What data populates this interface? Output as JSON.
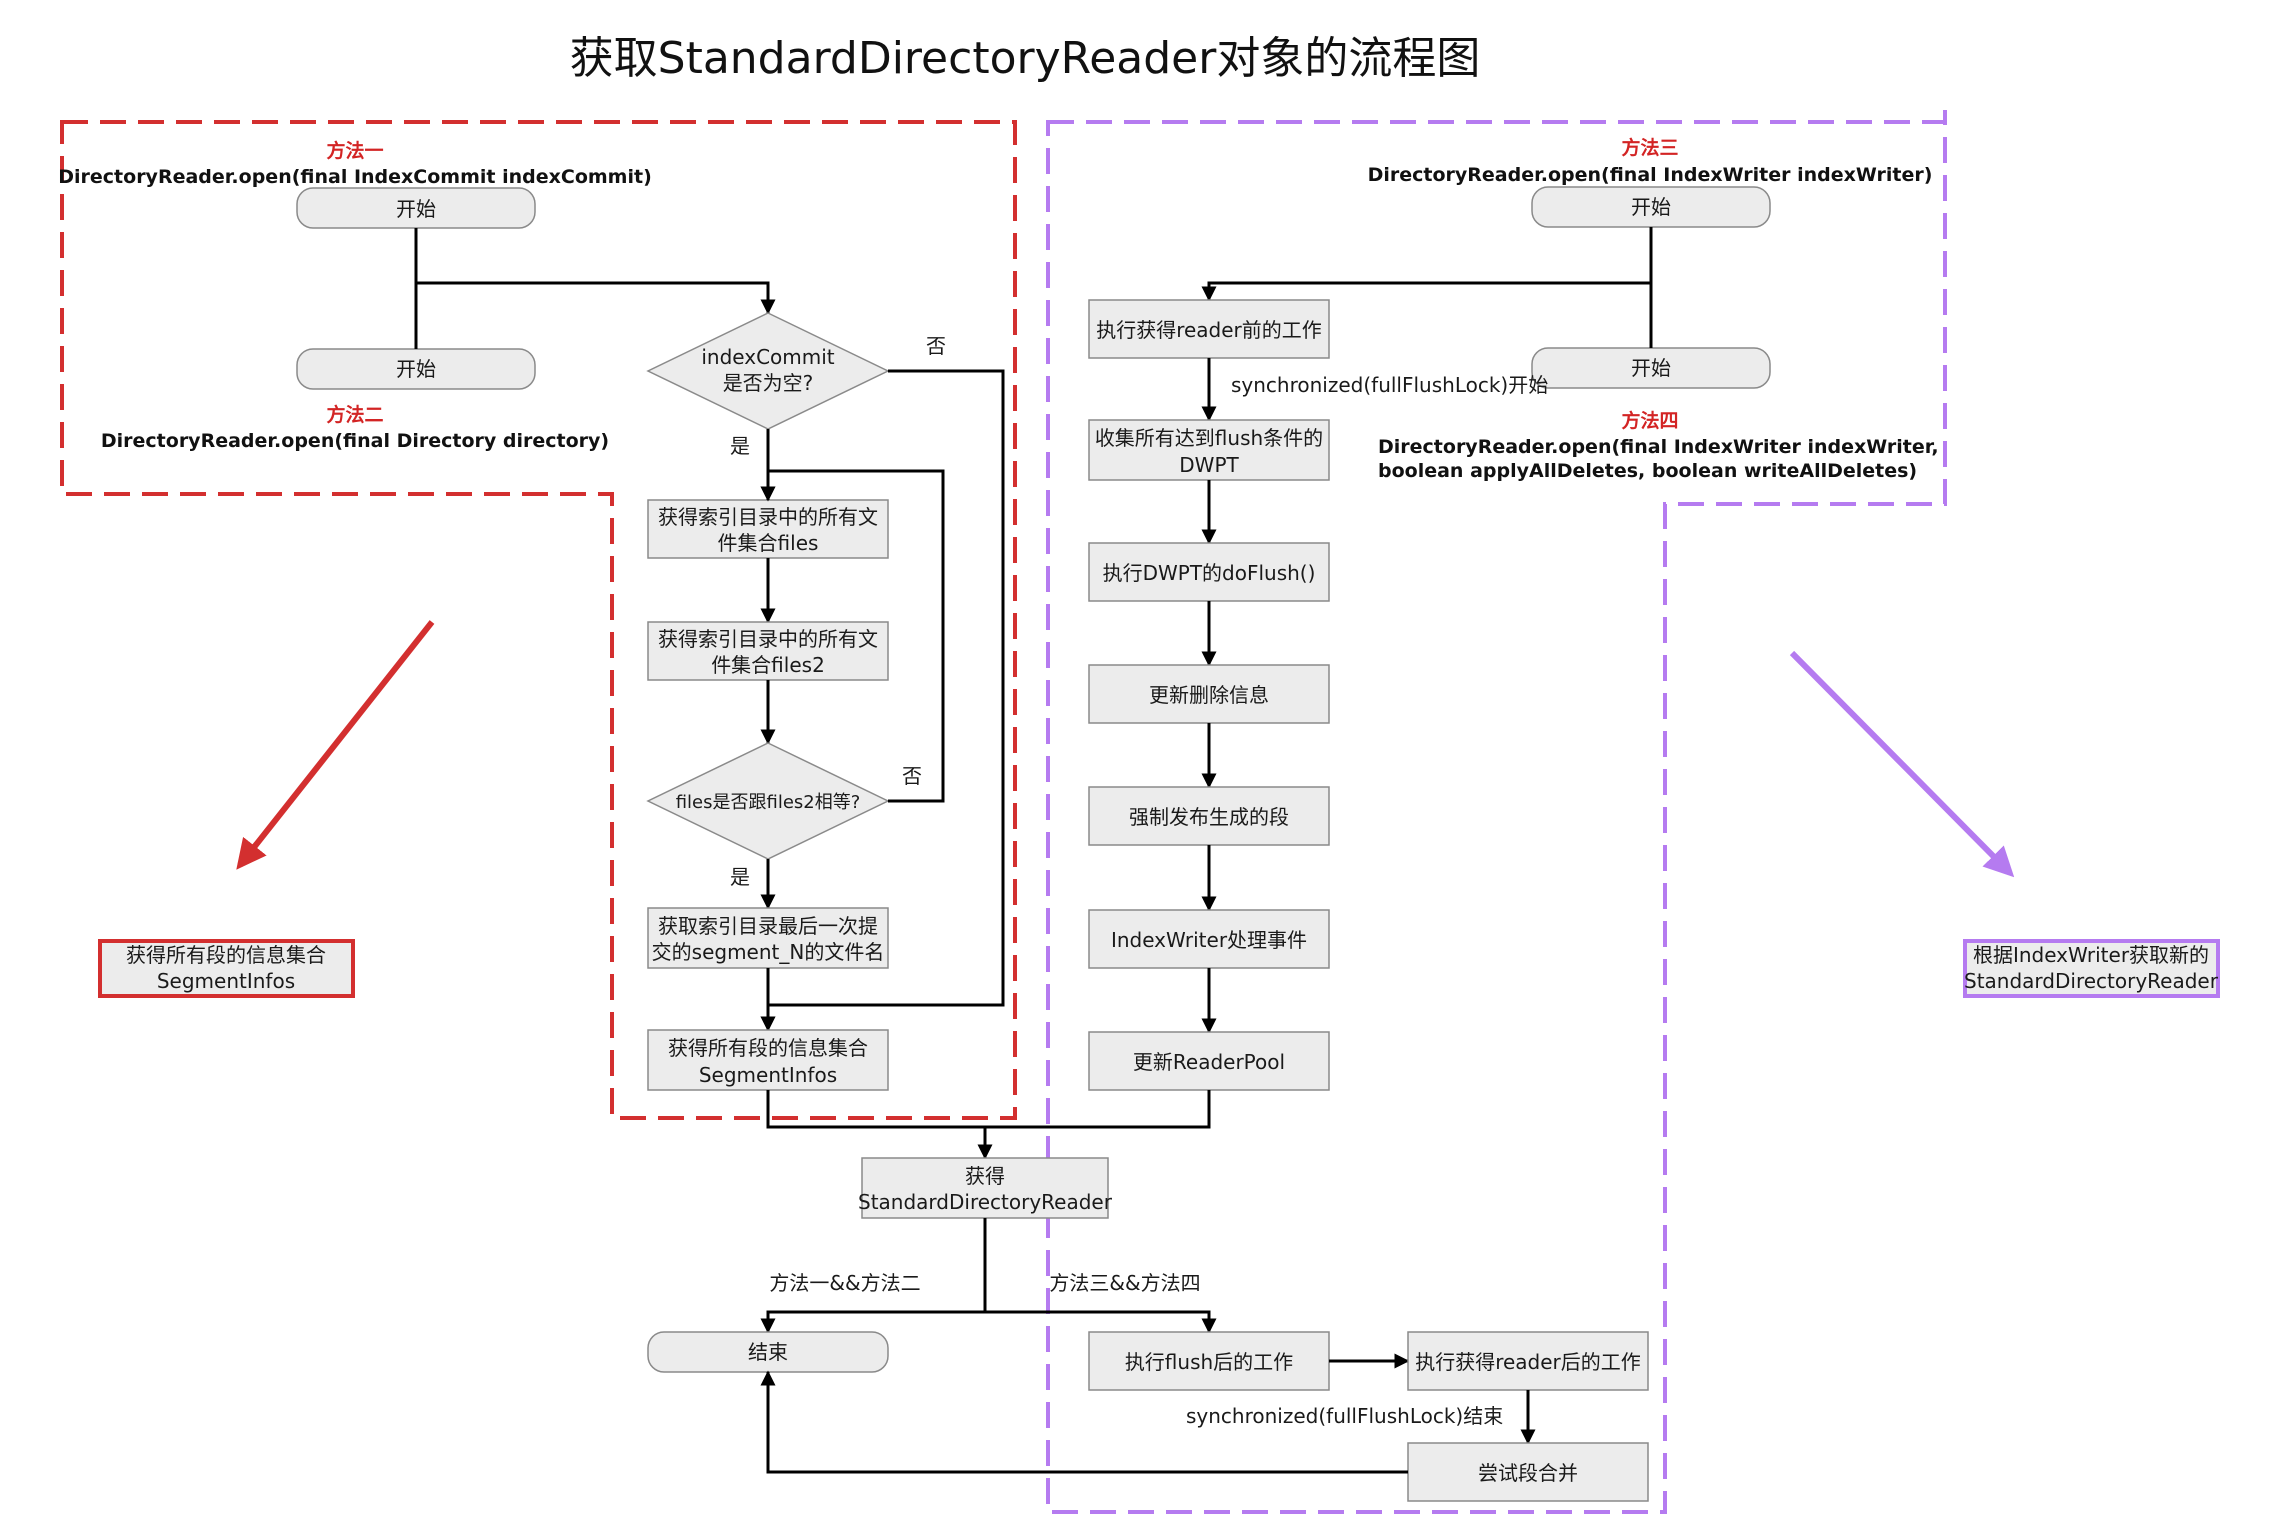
{
  "title": "获取StandardDirectoryReader对象的流程图",
  "colors": {
    "red_region": "#d32f2f",
    "purple_region": "#b57bf0",
    "node_fill": "#ececec",
    "node_stroke": "#8a8a8a"
  },
  "methods": {
    "m1": {
      "tag": "方法一",
      "signature": "DirectoryReader.open(final IndexCommit indexCommit)",
      "start": "开始"
    },
    "m2": {
      "tag": "方法二",
      "signature": "DirectoryReader.open(final Directory directory)",
      "start": "开始"
    },
    "m3": {
      "tag": "方法三",
      "signature": "DirectoryReader.open(final IndexWriter indexWriter)",
      "start": "开始"
    },
    "m4": {
      "tag": "方法四",
      "signature_line1": "DirectoryReader.open(final IndexWriter indexWriter,",
      "signature_line2": "boolean applyAllDeletes, boolean writeAllDeletes)",
      "start": "开始"
    }
  },
  "left_flow": {
    "decision1_line1": "indexCommit",
    "decision1_line2": "是否为空?",
    "yes1": "是",
    "no1": "否",
    "files_line1": "获得索引目录中的所有文",
    "files_line2": "件集合files",
    "files2_line1": "获得索引目录中的所有文",
    "files2_line2": "件集合files2",
    "decision2": "files是否跟files2相等?",
    "yes2": "是",
    "no2": "否",
    "segn_line1": "获取索引目录最后一次提",
    "segn_line2": "交的segment_N的文件名",
    "seginfos_line1": "获得所有段的信息集合",
    "seginfos_line2": "SegmentInfos"
  },
  "right_flow": {
    "pre_work": "执行获得reader前的工作",
    "sync_start": "synchronized(fullFlushLock)开始",
    "collect_line1": "收集所有达到flush条件的",
    "collect_line2": "DWPT",
    "doflush": "执行DWPT的doFlush()",
    "update_deletes": "更新删除信息",
    "publish": "强制发布生成的段",
    "events": "IndexWriter处理事件",
    "readerpool": "更新ReaderPool"
  },
  "bottom": {
    "get_line1": "获得",
    "get_line2": "StandardDirectoryReader",
    "branch_left": "方法一&&方法二",
    "branch_right": "方法三&&方法四",
    "end": "结束",
    "after_flush": "执行flush后的工作",
    "after_reader": "执行获得reader后的工作",
    "sync_end": "synchronized(fullFlushLock)结束",
    "merge": "尝试段合并"
  },
  "callouts": {
    "left_line1": "获得所有段的信息集合",
    "left_line2": "SegmentInfos",
    "right_line1": "根据IndexWriter获取新的",
    "right_line2": "StandardDirectoryReader"
  }
}
